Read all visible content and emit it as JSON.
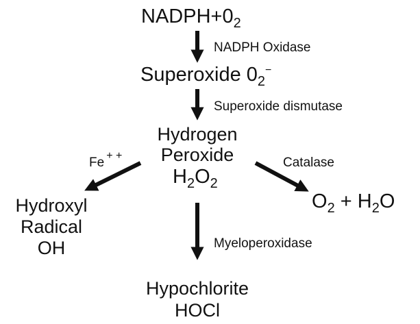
{
  "nodes": {
    "nadph_o2": {
      "main": "NADPH+0",
      "sub": "2"
    },
    "superoxide": {
      "main": "Superoxide 0",
      "sub": "2",
      "sup": "−"
    },
    "hydrogen_peroxide": {
      "line1": "Hydrogen",
      "line2": "Peroxide",
      "formula": {
        "h": "H",
        "sub1": "2",
        "o": "O",
        "sub2": "2"
      }
    },
    "hydroxyl_radical": {
      "line1": "Hydroxyl",
      "line2": "Radical",
      "line3": "OH"
    },
    "o2_h2o": {
      "o": "O",
      "sub1": "2",
      "plus_h": " + H",
      "sub2": "2",
      "tail": "O"
    },
    "hypochlorite": {
      "line1": "Hypochlorite",
      "line2": "HOCl"
    }
  },
  "enzymes": {
    "nadph_oxidase": "NADPH Oxidase",
    "superoxide_dismutase": "Superoxide dismutase",
    "fe": {
      "text": "Fe",
      "sup": "+ +"
    },
    "catalase": "Catalase",
    "myeloperoxidase": "Myeloperoxidase"
  }
}
